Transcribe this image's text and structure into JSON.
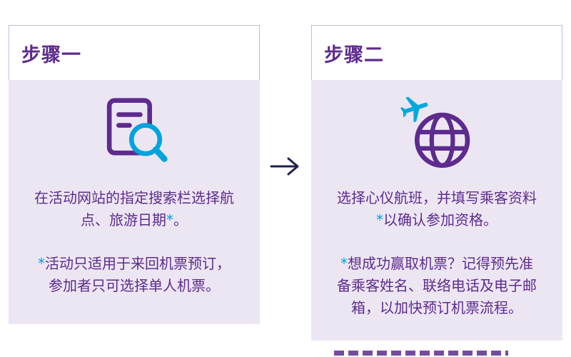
{
  "brand_colors": {
    "purple": "#5d2b8e",
    "teal": "#00a3dd",
    "card_background": "#ece6f3",
    "header_border": "#c7b7da",
    "arrow_navy": "#20204e"
  },
  "arrow": {
    "icon": "arrow-right-icon",
    "glyph": "→"
  },
  "steps": [
    {
      "title": "步骤一",
      "icon": "document-search-icon",
      "instruction": {
        "before": "在活动网站的指定搜索栏选择航点、旅游日期",
        "star": "*",
        "after": "。"
      },
      "note": {
        "star": "*",
        "text": "活动只适用于来回机票预订，参加者只可选择单人机票。"
      }
    },
    {
      "title": "步骤二",
      "icon": "globe-airplane-icon",
      "instruction": {
        "before": "选择心仪航班，并填写乘客资料",
        "star": "*",
        "after": "以确认参加资格。"
      },
      "note": {
        "star": "*",
        "text": "想成功赢取机票？记得预先准备乘客姓名、联络电话及电子邮箱，以加快预订机票流程。"
      }
    }
  ]
}
